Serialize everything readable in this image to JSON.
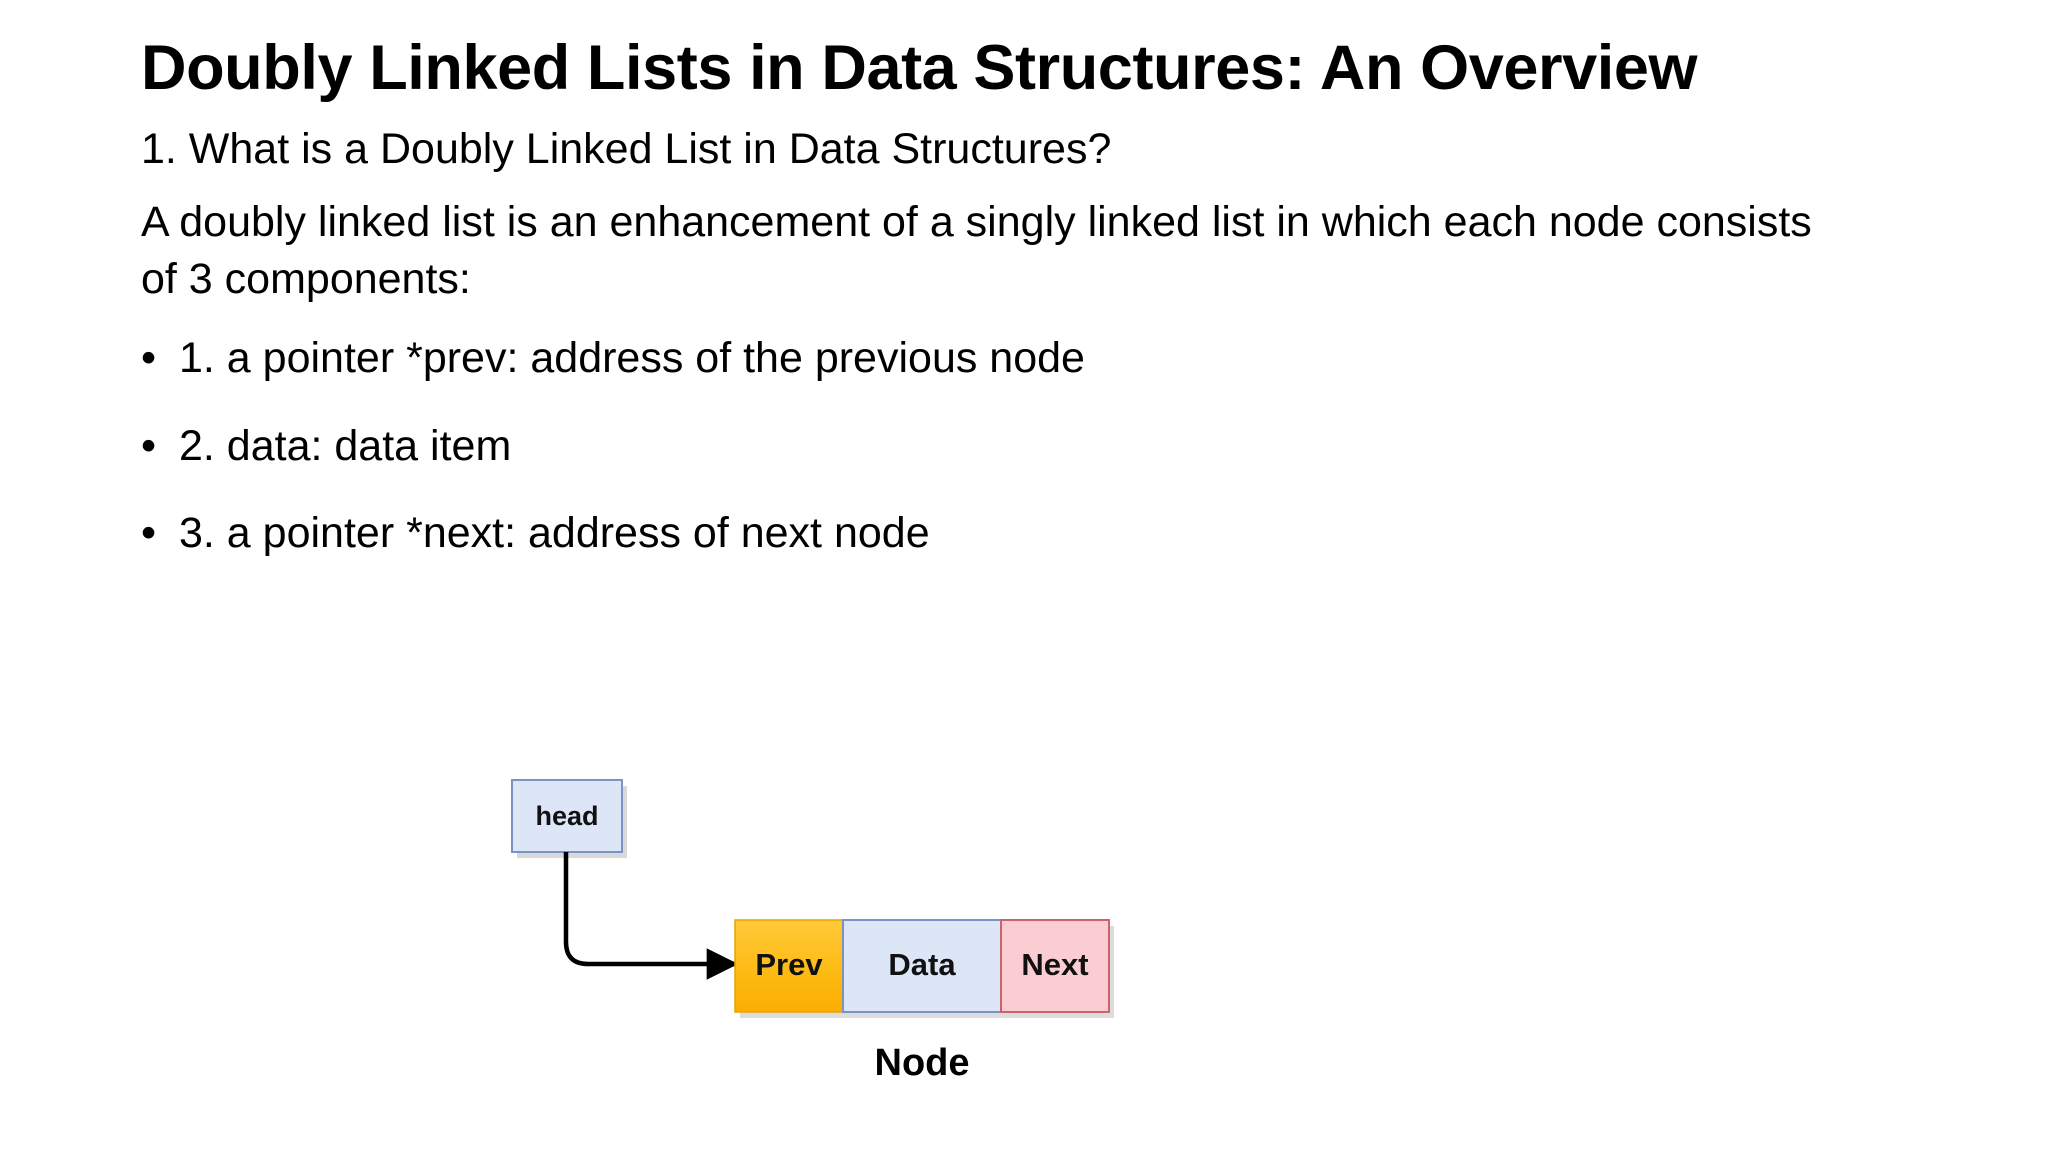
{
  "document": {
    "title": "Doubly Linked Lists in Data Structures: An Overview",
    "background_color": "#ffffff",
    "text_color": "#000000"
  },
  "body": {
    "heading_question": "1. What is a Doubly Linked List in Data Structures?",
    "description": "A doubly linked list is an enhancement of a singly linked list in which each node consists of 3 components:",
    "bullets": [
      {
        "marker": "•",
        "text": "1. a pointer *prev: address of the previous node"
      },
      {
        "marker": "•",
        "text": "2. data: data item"
      },
      {
        "marker": "•",
        "text": "3. a pointer *next: address of next node"
      }
    ]
  },
  "diagram": {
    "type": "linked-list-node",
    "head": {
      "label": "head",
      "fill": "#dce6f7",
      "border": "#7b93c4"
    },
    "connector": {
      "name": "head-to-node-arrow",
      "color": "#000000",
      "arrowhead": "triangle"
    },
    "node": {
      "caption": "Node",
      "cells": [
        {
          "label": "Prev",
          "fill": "#fdb913",
          "fill_light": "#ffc93a",
          "border": "#e09c00"
        },
        {
          "label": "Data",
          "fill": "#dce6f7",
          "border": "#7b93c4"
        },
        {
          "label": "Next",
          "fill": "#f9cdd1",
          "border": "#c9636e"
        }
      ]
    }
  }
}
